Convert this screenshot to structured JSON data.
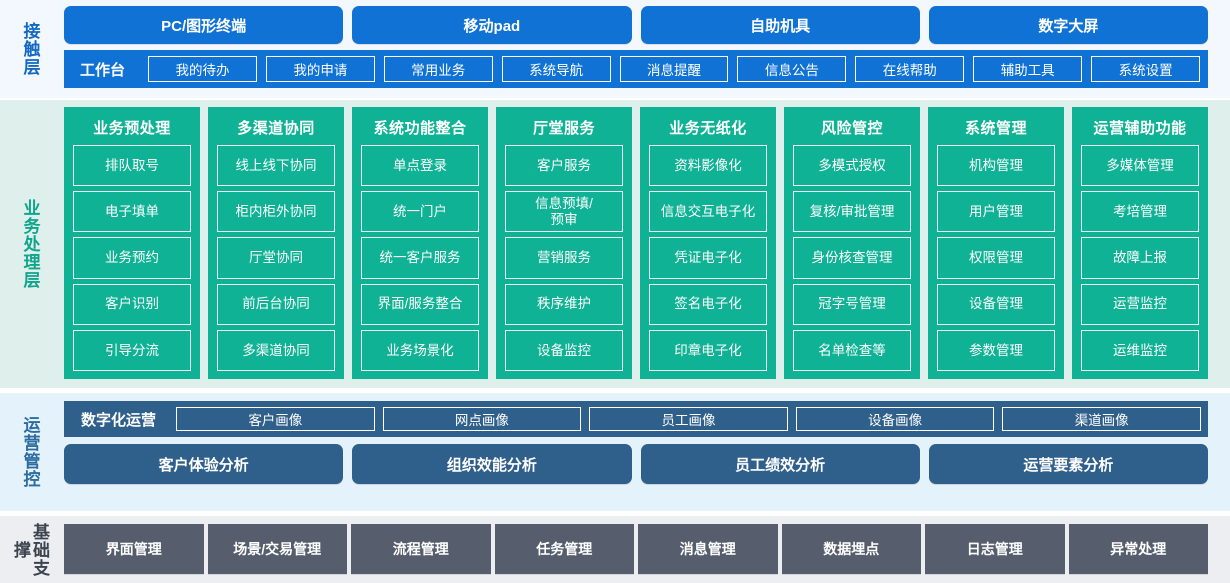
{
  "contact_layer": {
    "label": "接触层",
    "accent": "#1072d4",
    "background": "#f3f8fe",
    "terminals": [
      {
        "label": "PC/图形终端"
      },
      {
        "label": "移动pad"
      },
      {
        "label": "自助机具"
      },
      {
        "label": "数字大屏"
      }
    ],
    "workbench_title": "工作台",
    "workbench_items": [
      {
        "label": "我的待办"
      },
      {
        "label": "我的申请"
      },
      {
        "label": "常用业务"
      },
      {
        "label": "系统导航"
      },
      {
        "label": "消息提醒"
      },
      {
        "label": "信息公告"
      },
      {
        "label": "在线帮助"
      },
      {
        "label": "辅助工具"
      },
      {
        "label": "系统设置"
      }
    ]
  },
  "business_layer": {
    "label": "业务处理层",
    "accent": "#0fb294",
    "background": "#dff0ec",
    "columns": [
      {
        "title": "业务预处理",
        "items": [
          "排队取号",
          "电子填单",
          "业务预约",
          "客户识别",
          "引导分流"
        ]
      },
      {
        "title": "多渠道协同",
        "items": [
          "线上线下协同",
          "柜内柜外协同",
          "厅堂协同",
          "前后台协同",
          "多渠道协同"
        ]
      },
      {
        "title": "系统功能整合",
        "items": [
          "单点登录",
          "统一门户",
          "统一客户服务",
          "界面/服务整合",
          "业务场景化"
        ]
      },
      {
        "title": "厅堂服务",
        "items": [
          "客户服务",
          "信息预填/\n预审",
          "营销服务",
          "秩序维护",
          "设备监控"
        ]
      },
      {
        "title": "业务无纸化",
        "items": [
          "资料影像化",
          "信息交互电子化",
          "凭证电子化",
          "签名电子化",
          "印章电子化"
        ]
      },
      {
        "title": "风险管控",
        "items": [
          "多模式授权",
          "复核/审批管理",
          "身份核查管理",
          "冠字号管理",
          "名单检查等"
        ]
      },
      {
        "title": "系统管理",
        "items": [
          "机构管理",
          "用户管理",
          "权限管理",
          "设备管理",
          "参数管理"
        ]
      },
      {
        "title": "运营辅助功能",
        "items": [
          "多媒体管理",
          "考培管理",
          "故障上报",
          "运营监控",
          "运维监控"
        ]
      }
    ]
  },
  "ops_layer": {
    "label": "运营管控",
    "accent": "#2f5f8b",
    "background": "#e4f3fb",
    "digital_ops_title": "数字化运营",
    "portraits": [
      {
        "label": "客户画像"
      },
      {
        "label": "网点画像"
      },
      {
        "label": "员工画像"
      },
      {
        "label": "设备画像"
      },
      {
        "label": "渠道画像"
      }
    ],
    "analyses": [
      {
        "label": "客户体验分析"
      },
      {
        "label": "组织效能分析"
      },
      {
        "label": "员工绩效分析"
      },
      {
        "label": "运营要素分析"
      }
    ]
  },
  "base_layer": {
    "label": "基础支撑",
    "accent": "#565e6e",
    "background": "#eceef1",
    "items": [
      {
        "label": "界面管理"
      },
      {
        "label": "场景/交易管理"
      },
      {
        "label": "流程管理"
      },
      {
        "label": "任务管理"
      },
      {
        "label": "消息管理"
      },
      {
        "label": "数据埋点"
      },
      {
        "label": "日志管理"
      },
      {
        "label": "异常处理"
      }
    ]
  }
}
